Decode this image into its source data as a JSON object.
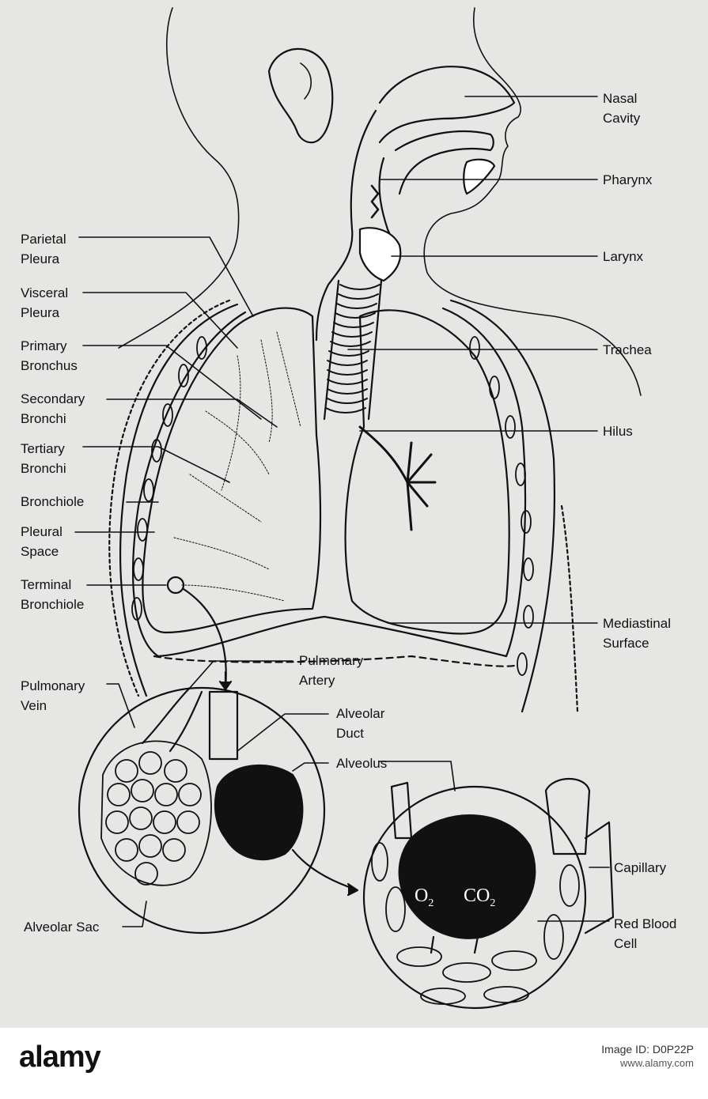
{
  "labels": {
    "nasal_cavity": "Nasal\nCavity",
    "pharynx": "Pharynx",
    "larynx": "Larynx",
    "trachea": "Trachea",
    "hilus": "Hilus",
    "mediastinal_surface": "Mediastinal\nSurface",
    "capillary": "Capillary",
    "red_blood_cell": "Red Blood\nCell",
    "parietal_pleura": "Parietal\nPleura",
    "visceral_pleura": "Visceral\nPleura",
    "primary_bronchus": "Primary\nBronchus",
    "secondary_bronchi": "Secondary\nBronchi",
    "tertiary_bronchi": "Tertiary\nBronchi",
    "bronchiole": "Bronchiole",
    "pleural_space": "Pleural\nSpace",
    "terminal_bronchiole": "Terminal\nBronchiole",
    "pulmonary_vein": "Pulmonary\nVein",
    "pulmonary_artery": "Pulmonary\nArtery",
    "alveolar_duct": "Alveolar\nDuct",
    "alveolus": "Alveolus",
    "alveolar_sac": "Alveolar Sac"
  },
  "gases": {
    "o2": "O",
    "o2_sub": "2",
    "co2": "CO",
    "co2_sub": "2"
  },
  "footer": {
    "brand": "alamy",
    "image_id": "Image ID: D0P22P",
    "site": "www.alamy.com"
  },
  "colors": {
    "panel": "#e6e6e4",
    "ink": "#111111",
    "footer": "#ffffff"
  }
}
